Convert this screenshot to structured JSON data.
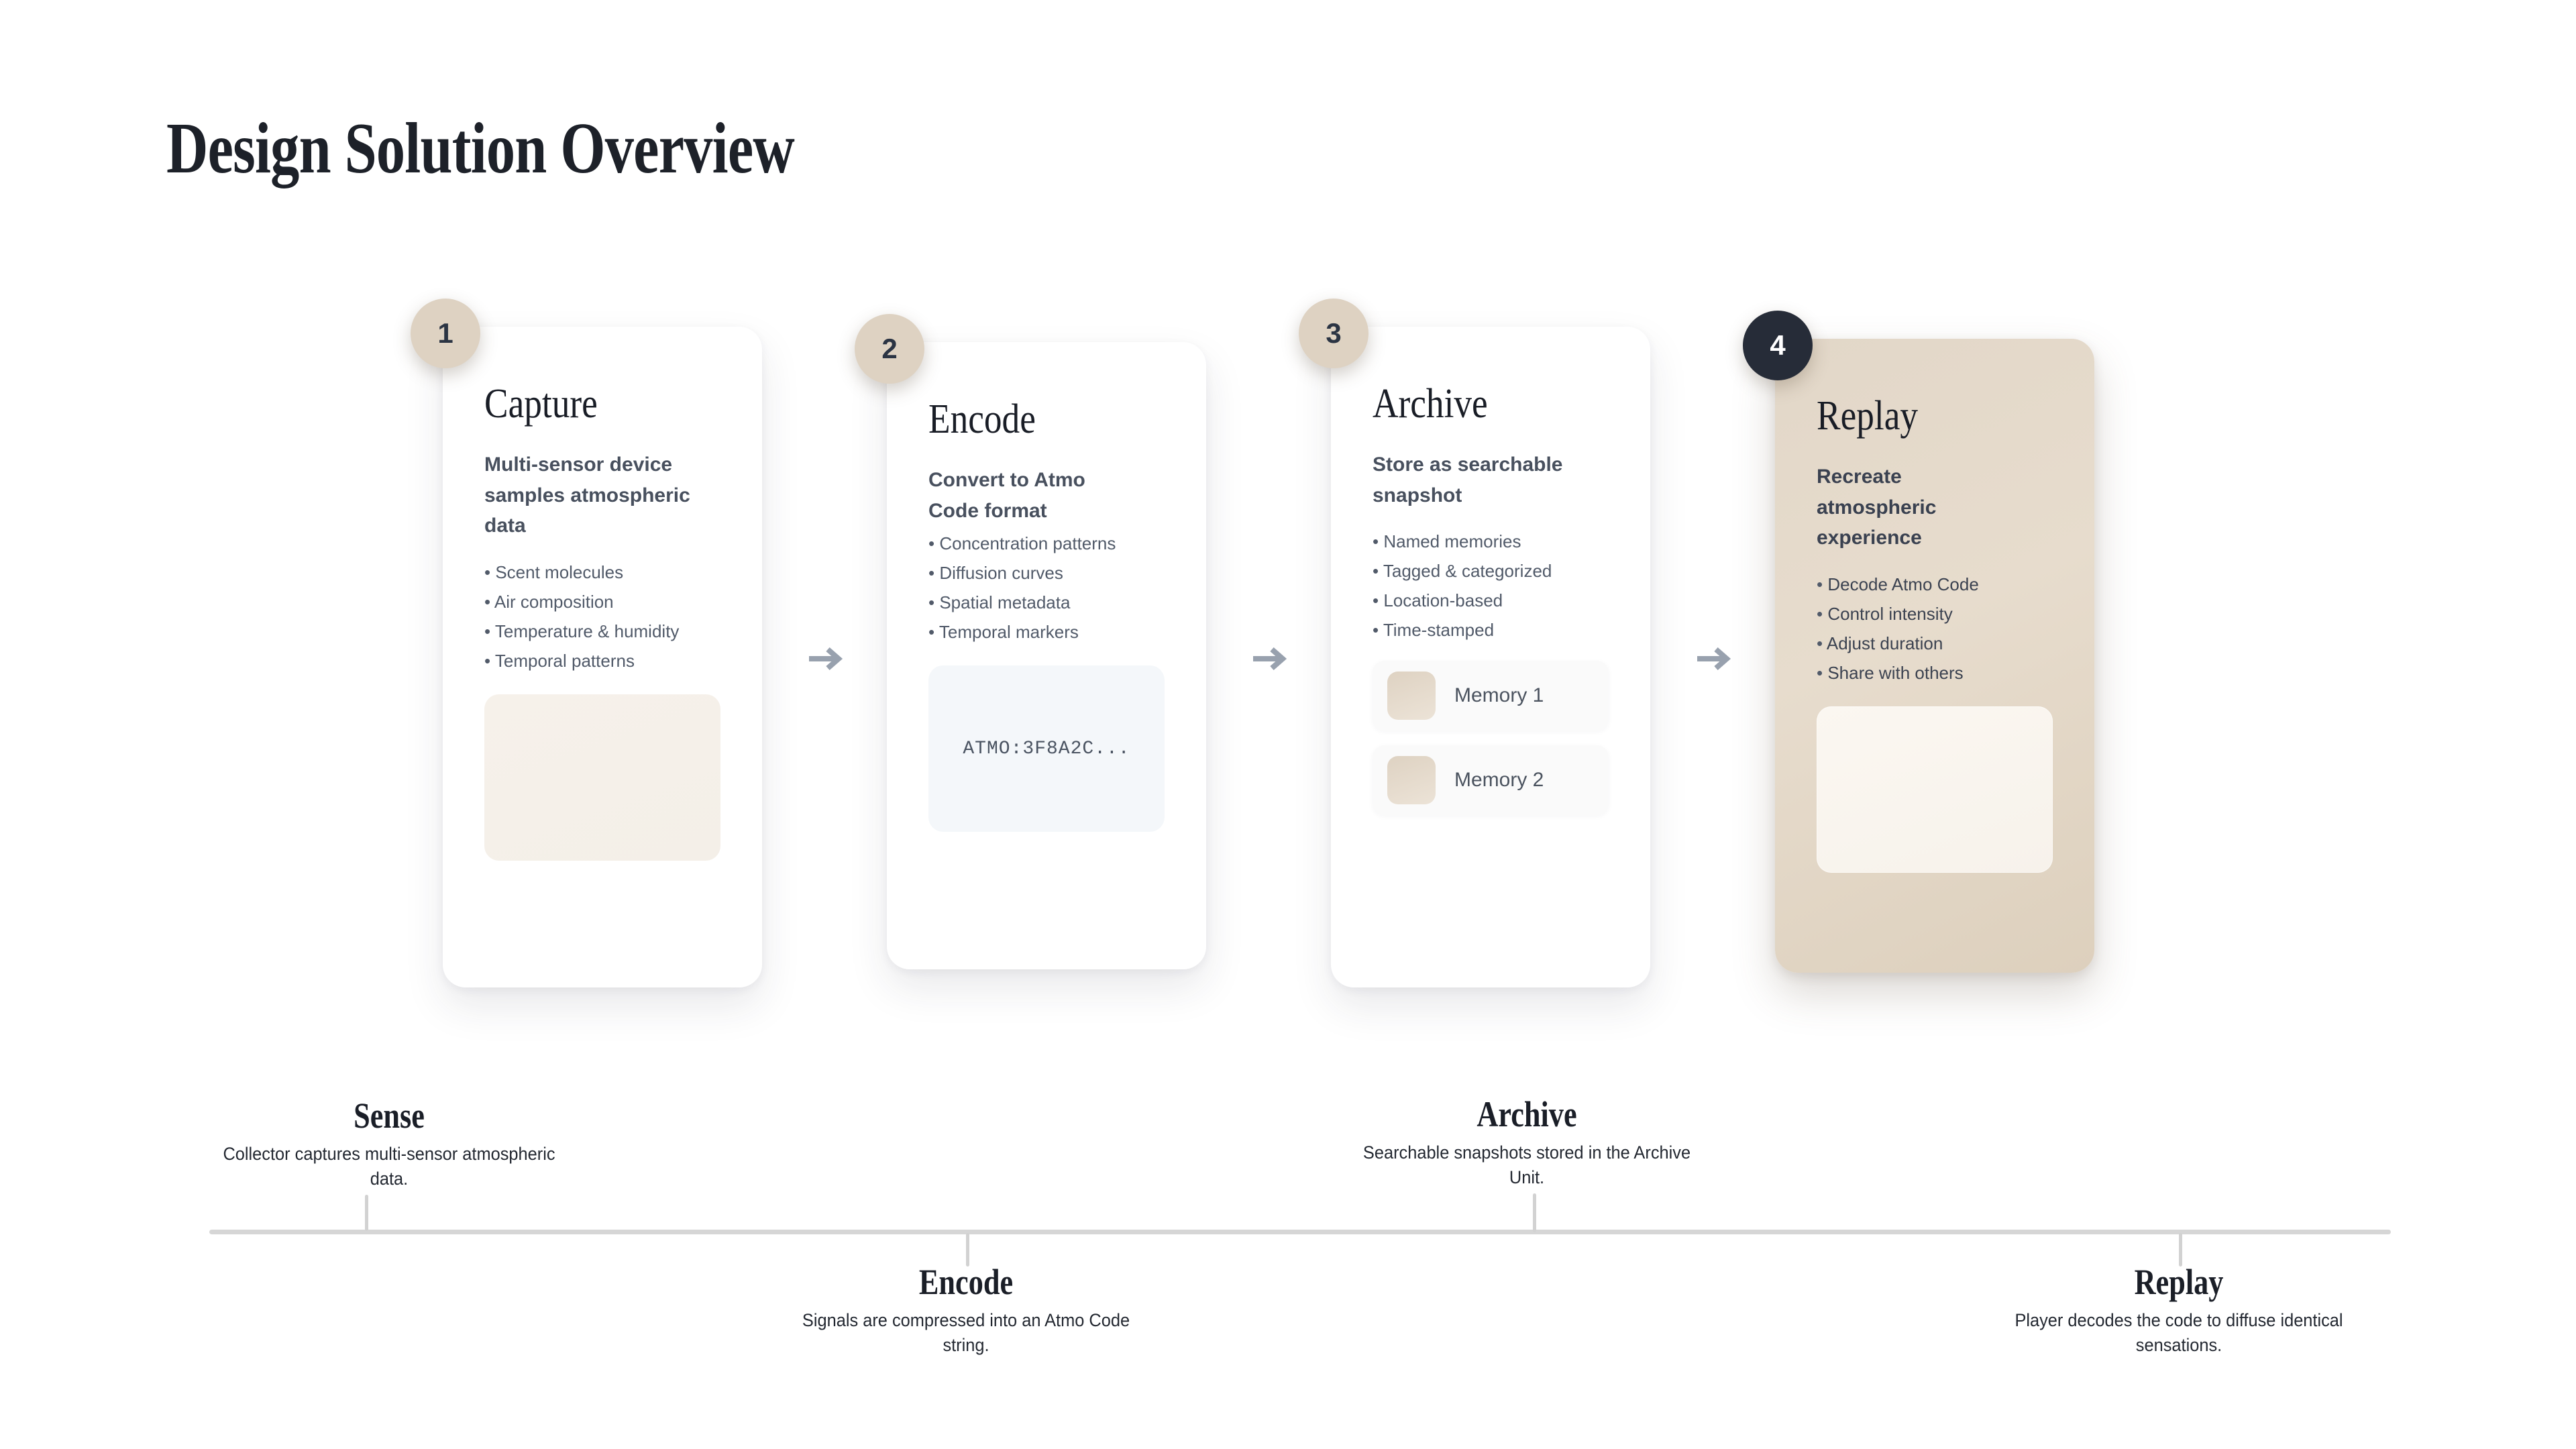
{
  "page": {
    "title": "Design Solution Overview",
    "background_color": "#ffffff",
    "accent_color": "#ded2c2",
    "dark_color": "#262c38",
    "arrow_color": "#98a1ae"
  },
  "steps": [
    {
      "number": "1",
      "title": "Capture",
      "description": "Multi-sensor device samples atmospheric data",
      "bullets": [
        "Scent molecules",
        "Air composition",
        "Temperature & humidity",
        "Temporal patterns"
      ],
      "media_type": "image-placeholder",
      "media_text": ""
    },
    {
      "number": "2",
      "title": "Encode",
      "description": "Convert to Atmo Code format",
      "bullets": [
        "Concentration patterns",
        "Diffusion curves",
        "Spatial metadata",
        "Temporal markers"
      ],
      "media_type": "code-block",
      "media_text": "ATMO:3F8A2C..."
    },
    {
      "number": "3",
      "title": "Archive",
      "description": "Store as searchable snapshot",
      "bullets": [
        "Named memories",
        "Tagged & categorized",
        "Location-based",
        "Time-stamped"
      ],
      "media_type": "memory-chips",
      "memories": [
        "Memory 1",
        "Memory 2"
      ]
    },
    {
      "number": "4",
      "title": "Replay",
      "description": "Recreate atmospheric experience",
      "bullets": [
        "Decode Atmo Code",
        "Control intensity",
        "Adjust duration",
        "Share with others"
      ],
      "media_type": "image-placeholder",
      "media_text": ""
    }
  ],
  "timeline": {
    "above": [
      {
        "title": "Sense",
        "description": "Collector captures multi-sensor atmospheric data."
      },
      {
        "title": "Archive",
        "description": "Searchable snapshots stored in the Archive Unit."
      }
    ],
    "below": [
      {
        "title": "Encode",
        "description": "Signals are compressed into an Atmo Code string."
      },
      {
        "title": "Replay",
        "description": "Player decodes the code to diffuse identical sensations."
      }
    ]
  }
}
